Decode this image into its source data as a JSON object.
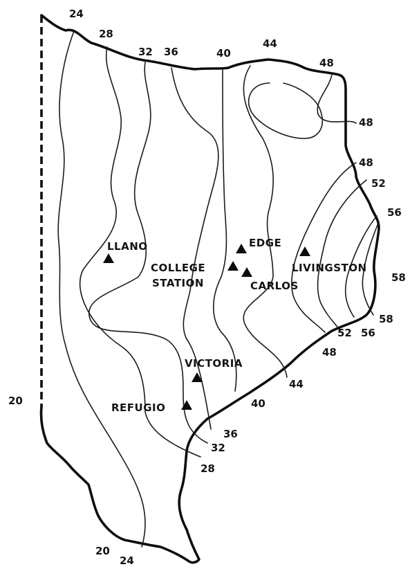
{
  "isoline_labels": [
    {
      "id": "north-24",
      "text": "24"
    },
    {
      "id": "north-28",
      "text": "28"
    },
    {
      "id": "north-32",
      "text": "32"
    },
    {
      "id": "north-36",
      "text": "36"
    },
    {
      "id": "north-40",
      "text": "40"
    },
    {
      "id": "north-44",
      "text": "44"
    },
    {
      "id": "north-48",
      "text": "48"
    },
    {
      "id": "east-48a",
      "text": "48"
    },
    {
      "id": "east-48b",
      "text": "48"
    },
    {
      "id": "east-52",
      "text": "52"
    },
    {
      "id": "east-56",
      "text": "56"
    },
    {
      "id": "east-58a",
      "text": "58"
    },
    {
      "id": "east-58b",
      "text": "58"
    },
    {
      "id": "coast-56",
      "text": "56"
    },
    {
      "id": "coast-52",
      "text": "52"
    },
    {
      "id": "coast-48",
      "text": "48"
    },
    {
      "id": "coast-44",
      "text": "44"
    },
    {
      "id": "coast-40",
      "text": "40"
    },
    {
      "id": "coast-36",
      "text": "36"
    },
    {
      "id": "coast-32",
      "text": "32"
    },
    {
      "id": "coast-28",
      "text": "28"
    },
    {
      "id": "west-20",
      "text": "20"
    },
    {
      "id": "south-20",
      "text": "20"
    },
    {
      "id": "south-24",
      "text": "24"
    }
  ],
  "stations": [
    {
      "id": "llano",
      "name": "LLANO"
    },
    {
      "id": "edge",
      "name": "EDGE"
    },
    {
      "id": "college",
      "name": "COLLEGE"
    },
    {
      "id": "college2",
      "name": "STATION"
    },
    {
      "id": "carlos",
      "name": "CARLOS"
    },
    {
      "id": "livingston",
      "name": "LIVINGSTON"
    },
    {
      "id": "victoria",
      "name": "VICTORIA"
    },
    {
      "id": "refugio",
      "name": "REFUGIO"
    }
  ]
}
